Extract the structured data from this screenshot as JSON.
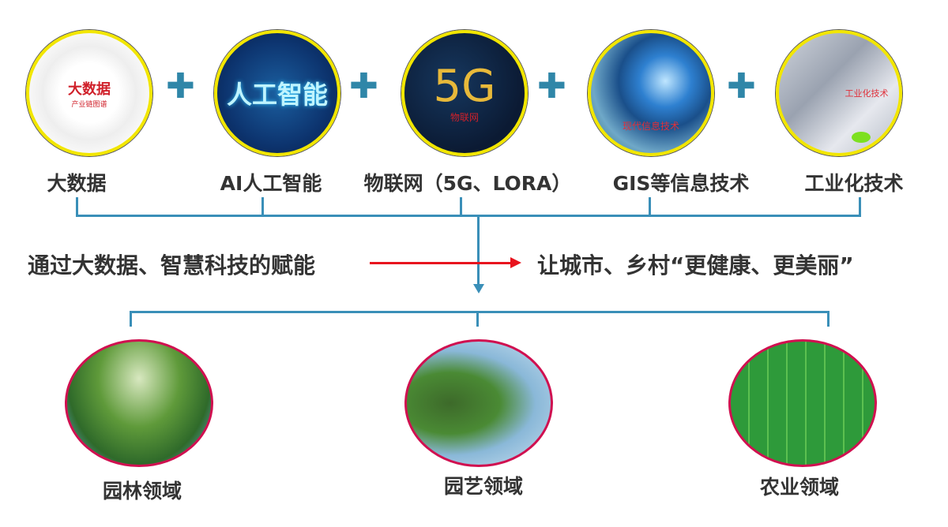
{
  "tech": [
    {
      "label": "大数据",
      "img_text": "大数据",
      "img_sub": "产业链图谱"
    },
    {
      "label": "AI人工智能",
      "img_text": "人工智能"
    },
    {
      "label": "物联网（5G、LORA）",
      "img_text": "5G",
      "img_sub": "物联网"
    },
    {
      "label": "GIS等信息技术",
      "img_sub": "现代信息技术"
    },
    {
      "label": "工业化技术",
      "img_sub": "工业化技术"
    }
  ],
  "plus": "✚",
  "middle": {
    "left": "通过大数据、智慧科技的赋能",
    "right": "让城市、乡村“更健康、更美丽”",
    "arrow_color": "#e8141e"
  },
  "fields": [
    {
      "label": "园林领域"
    },
    {
      "label": "园艺领域"
    },
    {
      "label": "农业领域"
    }
  ],
  "colors": {
    "line": "#3a8fb8",
    "ring": "#f2e600",
    "oval_border": "#d01050"
  }
}
